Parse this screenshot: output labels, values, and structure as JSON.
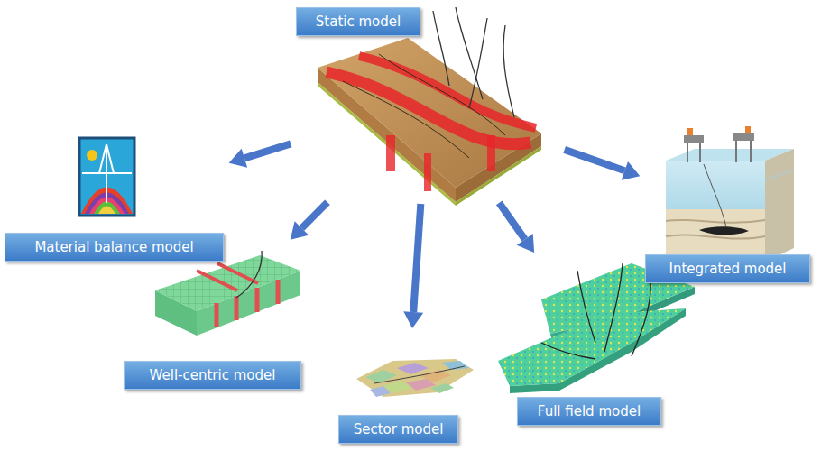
{
  "diagram": {
    "nodes": [
      {
        "text": [
          "Static model"
        ]
      },
      {
        "text": [
          "Material balance model"
        ]
      },
      {
        "text": [
          "Integrated model"
        ]
      },
      {
        "text": [
          "Well-centric model"
        ]
      },
      {
        "text": [
          "Full field model"
        ]
      },
      {
        "text": [
          "Sector model"
        ]
      }
    ],
    "edges": [
      {
        "from": 0,
        "to": 1,
        "arrow": "to"
      },
      {
        "from": 0,
        "to": 3,
        "arrow": "to"
      },
      {
        "from": 0,
        "to": 5,
        "arrow": "to"
      },
      {
        "from": 0,
        "to": 4,
        "arrow": "to"
      },
      {
        "from": 0,
        "to": 2,
        "arrow": "to"
      }
    ]
  }
}
